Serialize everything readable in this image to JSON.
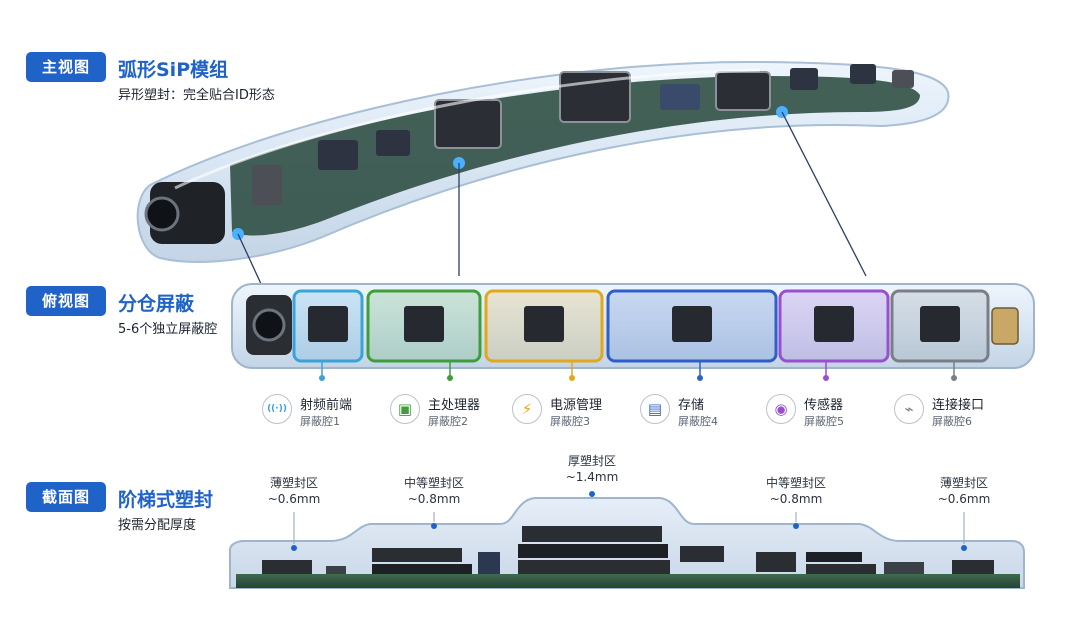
{
  "sections": {
    "main_view": {
      "tag": "主视图",
      "title": "弧形SiP模组",
      "subtitle": "异形塑封：完全贴合ID形态"
    },
    "top_view": {
      "tag": "俯视图",
      "title": "分仓屏蔽",
      "subtitle": "5-6个独立屏蔽腔"
    },
    "section_view": {
      "tag": "截面图",
      "title": "阶梯式塑封",
      "subtitle": "按需分配厚度"
    }
  },
  "cavities": [
    {
      "name": "射频前端",
      "sub": "屏蔽腔1",
      "color": "#3aa3d8",
      "icon": "antenna-icon"
    },
    {
      "name": "主处理器",
      "sub": "屏蔽腔2",
      "color": "#3f9e3a",
      "icon": "chip-icon"
    },
    {
      "name": "电源管理",
      "sub": "屏蔽腔3",
      "color": "#e0a81c",
      "icon": "lightning-icon"
    },
    {
      "name": "存储",
      "sub": "屏蔽腔4",
      "color": "#2f5fc7",
      "icon": "memory-icon"
    },
    {
      "name": "传感器",
      "sub": "屏蔽腔5",
      "color": "#9a4fd0",
      "icon": "sensor-icon"
    },
    {
      "name": "连接接口",
      "sub": "屏蔽腔6",
      "color": "#7a7f87",
      "icon": "usb-icon"
    }
  ],
  "zones": [
    {
      "name": "薄塑封区",
      "thickness": "~0.6mm"
    },
    {
      "name": "中等塑封区",
      "thickness": "~0.8mm"
    },
    {
      "name": "厚塑封区",
      "thickness": "~1.4mm"
    },
    {
      "name": "中等塑封区",
      "thickness": "~0.8mm"
    },
    {
      "name": "薄塑封区",
      "thickness": "~0.6mm"
    }
  ]
}
